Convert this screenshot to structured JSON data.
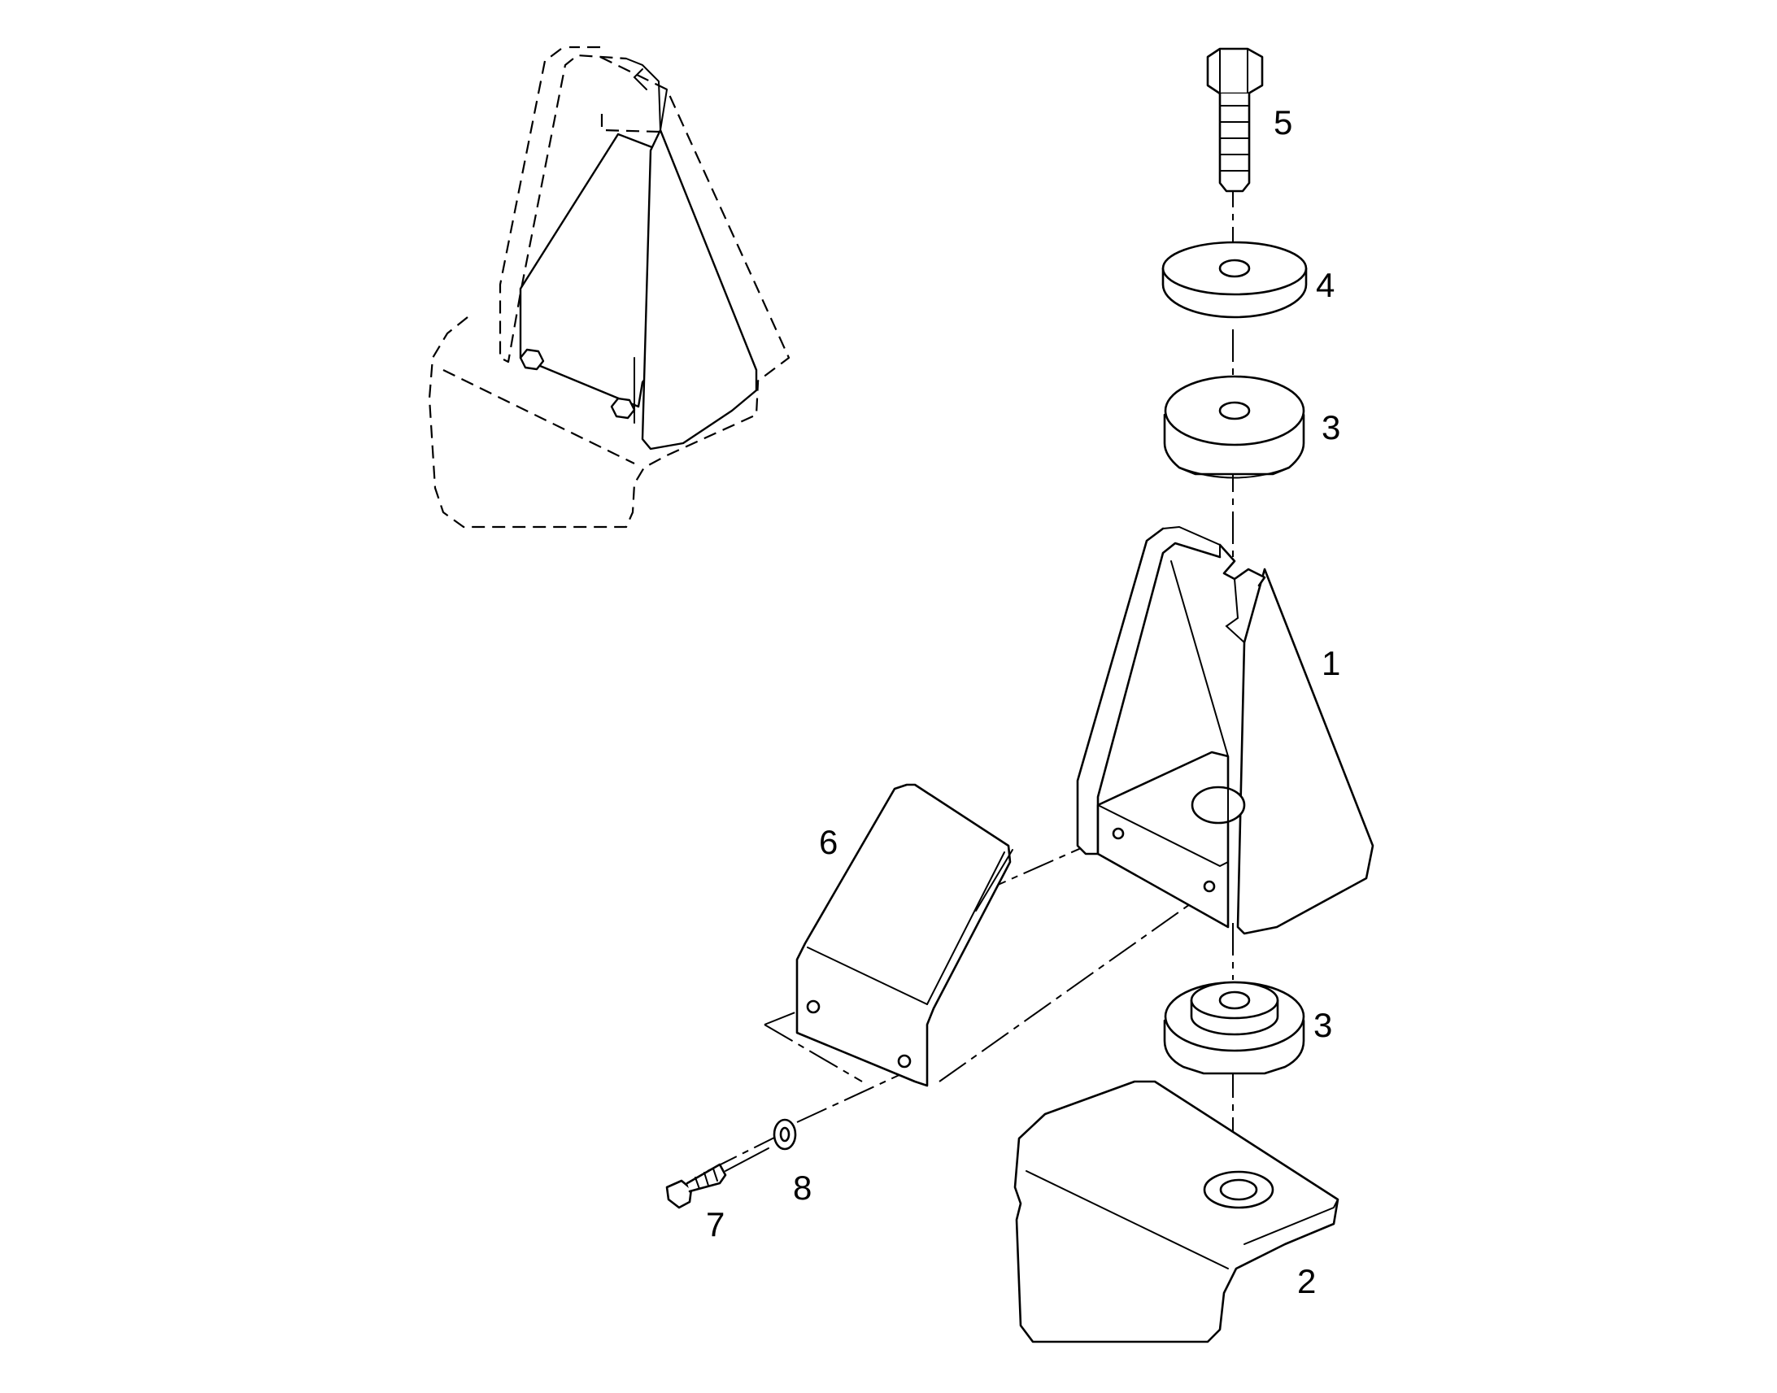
{
  "diagram": {
    "callouts": [
      {
        "id": "bracket",
        "label": "1"
      },
      {
        "id": "base",
        "label": "2"
      },
      {
        "id": "upper-rubber-mount",
        "label": "3"
      },
      {
        "id": "lower-rubber-mount",
        "label": "3"
      },
      {
        "id": "washer",
        "label": "4"
      },
      {
        "id": "bolt",
        "label": "5"
      },
      {
        "id": "cover-plate",
        "label": "6"
      },
      {
        "id": "screw",
        "label": "7"
      },
      {
        "id": "small-washer",
        "label": "8"
      }
    ]
  }
}
